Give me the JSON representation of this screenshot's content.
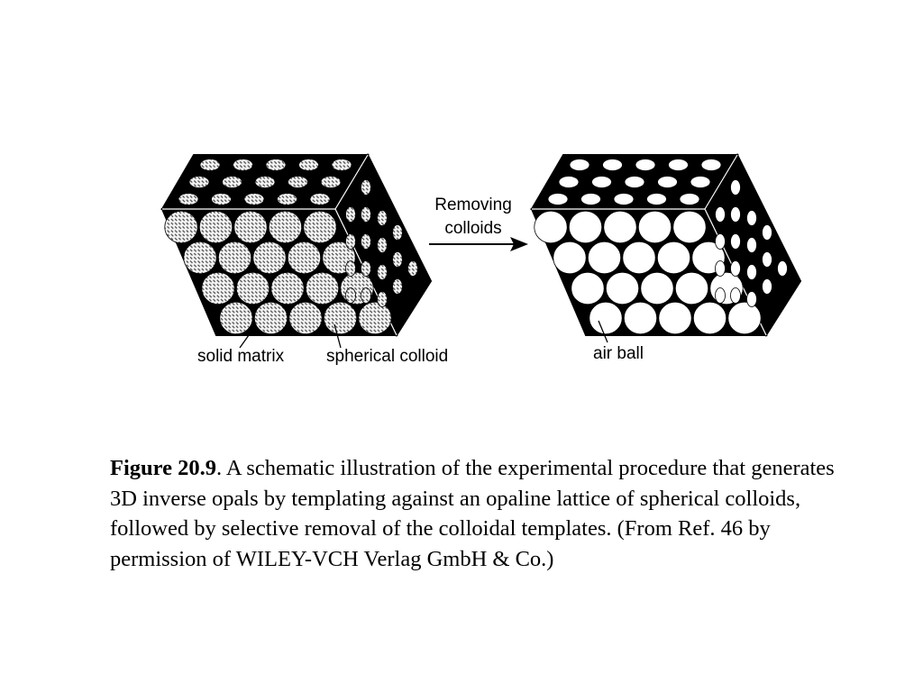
{
  "diagram": {
    "labels": {
      "solid_matrix": "solid matrix",
      "spherical_colloid": "spherical colloid",
      "air_ball": "air ball",
      "arrow_line1": "Removing",
      "arrow_line2": "colloids"
    },
    "colors": {
      "matrix": "#000000",
      "air": "#ffffff",
      "colloid_fill": "#f2f2f2",
      "colloid_hatch": "#444444"
    }
  },
  "caption": {
    "figure_number": "Figure 20.9",
    "text": ".  A schematic illustration of the experimental procedure that generates 3D inverse opals by templating against an opaline lattice of spherical colloids, followed by selective removal of the colloidal templates. (From Ref. 46 by permission of WILEY-VCH Verlag GmbH & Co.)"
  }
}
